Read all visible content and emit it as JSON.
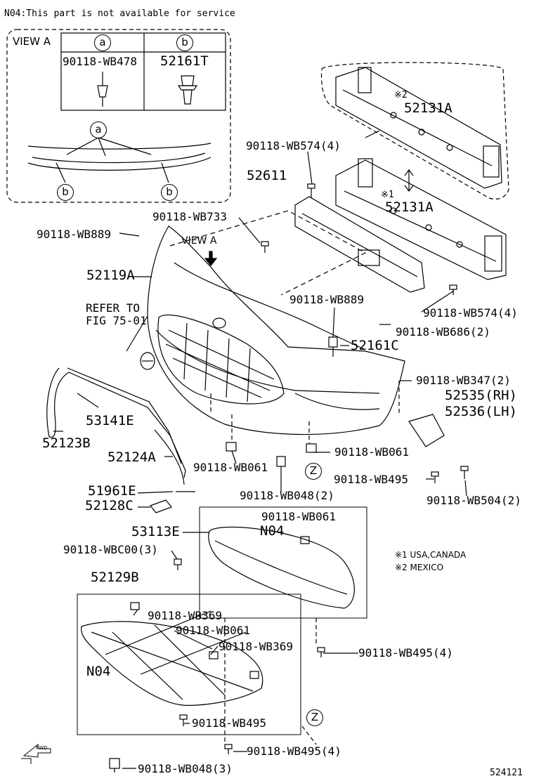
{
  "header_note": "N04:This part is not available for service",
  "view_a_inset": {
    "title": "VIEW A",
    "table": [
      {
        "key": "a",
        "part": "90118-WB478"
      },
      {
        "key": "b",
        "part": "52161T"
      }
    ],
    "callouts": [
      "a",
      "b",
      "b"
    ]
  },
  "view_a_pointer": "VIEW A",
  "refer_note": {
    "line1": "REFER TO",
    "line2": "FIG 75-01"
  },
  "region_notes": [
    "※1 USA,CANADA",
    "※2 MEXICO"
  ],
  "part_labels": {
    "p52131A_top": "52131A",
    "mark2": "※2",
    "p52131A_mid": "52131A",
    "mark1": "※1",
    "wb574_top": "90118-WB574(4)",
    "p52611": "52611",
    "wb733": "90118-WB733",
    "wb889_left": "90118-WB889",
    "p52119A": "52119A",
    "wb889_right": "90118-WB889",
    "wb574_right": "90118-WB574(4)",
    "wb686": "90118-WB686(2)",
    "p52161C": "52161C",
    "wb347": "90118-WB347(2)",
    "p52535": "52535(RH)",
    "p52536": "52536(LH)",
    "p53141E": "53141E",
    "p52123B": "52123B",
    "p52124A": "52124A",
    "wb061_a": "90118-WB061",
    "wb061_b": "90118-WB061",
    "wb495_a": "90118-WB495",
    "p51961E": "51961E",
    "wb048_2": "90118-WB048(2)",
    "wb504": "90118-WB504(2)",
    "p52128C": "52128C",
    "wb061_c": "90118-WB061",
    "p53113E": "53113E",
    "n04_top": "N04",
    "wbc00": "90118-WBC00(3)",
    "p52129B": "52129B",
    "wb369_a": "90118-WB369",
    "wb061_d": "90118-WB061",
    "wb369_b": "90118-WB369",
    "n04_bottom": "N04",
    "wb495_4a": "90118-WB495(4)",
    "wb495_b": "90118-WB495",
    "wb495_4b": "90118-WB495(4)",
    "wb048_3": "90118-WB048(3)"
  },
  "z_markers": [
    "Z",
    "Z"
  ],
  "fwd_icon": "FWD",
  "figure_id": "524121"
}
